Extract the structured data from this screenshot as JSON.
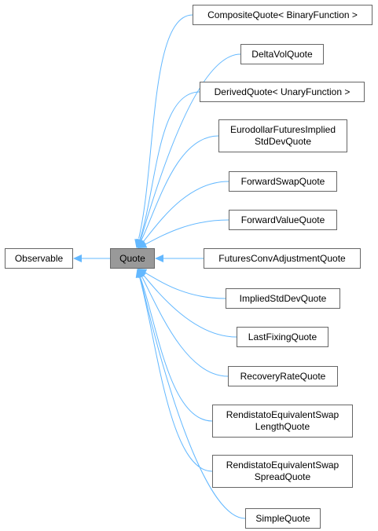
{
  "diagram": {
    "edge_color": "#63b8ff",
    "focus_fill": "#999999",
    "base": {
      "label": "Observable"
    },
    "focus": {
      "label": "Quote"
    },
    "derived": [
      {
        "label": "CompositeQuote< BinaryFunction >"
      },
      {
        "label": "DeltaVolQuote"
      },
      {
        "label": "DerivedQuote< UnaryFunction >"
      },
      {
        "label": "EurodollarFuturesImplied\nStdDevQuote"
      },
      {
        "label": "ForwardSwapQuote"
      },
      {
        "label": "ForwardValueQuote"
      },
      {
        "label": "FuturesConvAdjustmentQuote"
      },
      {
        "label": "ImpliedStdDevQuote"
      },
      {
        "label": "LastFixingQuote"
      },
      {
        "label": "RecoveryRateQuote"
      },
      {
        "label": "RendistatoEquivalentSwap\nLengthQuote"
      },
      {
        "label": "RendistatoEquivalentSwap\nSpreadQuote"
      },
      {
        "label": "SimpleQuote"
      }
    ]
  }
}
